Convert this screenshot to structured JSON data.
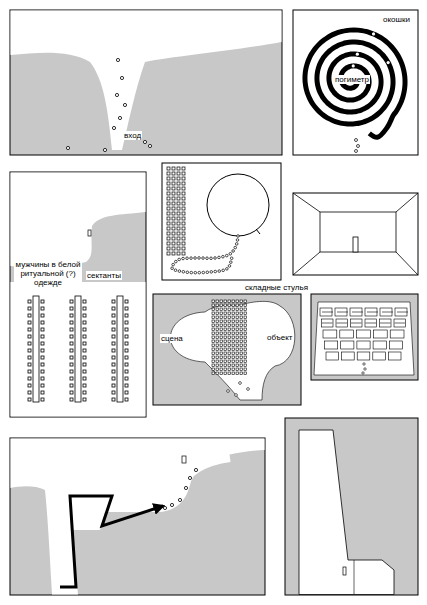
{
  "diagram": {
    "labels": [
      "вход",
      "окошки",
      "погиметр",
      "мужчины в белой ритуальной (?) одежде",
      "сектанты",
      "складные стулья",
      "сцена",
      "объект"
    ]
  }
}
